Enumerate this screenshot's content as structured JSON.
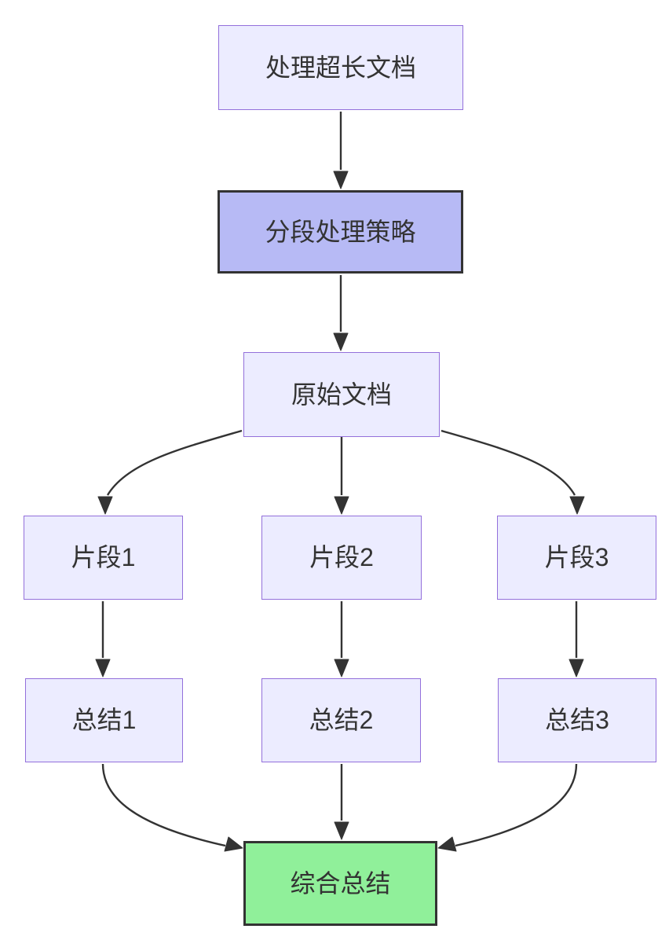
{
  "diagram": {
    "type": "flowchart",
    "direction": "top-down",
    "nodes": [
      {
        "id": "A",
        "label": "处理超长文档",
        "style": "default"
      },
      {
        "id": "B",
        "label": "分段处理策略",
        "style": "highlight-purple"
      },
      {
        "id": "C",
        "label": "原始文档",
        "style": "default"
      },
      {
        "id": "D1",
        "label": "片段1",
        "style": "default"
      },
      {
        "id": "D2",
        "label": "片段2",
        "style": "default"
      },
      {
        "id": "D3",
        "label": "片段3",
        "style": "default"
      },
      {
        "id": "S1",
        "label": "总结1",
        "style": "default"
      },
      {
        "id": "S2",
        "label": "总结2",
        "style": "default"
      },
      {
        "id": "S3",
        "label": "总结3",
        "style": "default"
      },
      {
        "id": "G",
        "label": "综合总结",
        "style": "highlight-green"
      }
    ],
    "edges": [
      {
        "from": "处理超长文档",
        "to": "分段处理策略"
      },
      {
        "from": "分段处理策略",
        "to": "原始文档"
      },
      {
        "from": "原始文档",
        "to": "片段1"
      },
      {
        "from": "原始文档",
        "to": "片段2"
      },
      {
        "from": "原始文档",
        "to": "片段3"
      },
      {
        "from": "片段1",
        "to": "总结1"
      },
      {
        "from": "片段2",
        "to": "总结2"
      },
      {
        "from": "片段3",
        "to": "总结3"
      },
      {
        "from": "总结1",
        "to": "综合总结"
      },
      {
        "from": "总结2",
        "to": "综合总结"
      },
      {
        "from": "总结3",
        "to": "综合总结"
      }
    ],
    "colors": {
      "node_fill": "#ECECFF",
      "node_border": "#9370DB",
      "accent_fill": "#b7baf5",
      "thick_border": "#333333",
      "green_fill": "#90f09a",
      "edge_color": "#333333",
      "text_color": "#333333",
      "canvas_bg": "#ffffff"
    }
  }
}
